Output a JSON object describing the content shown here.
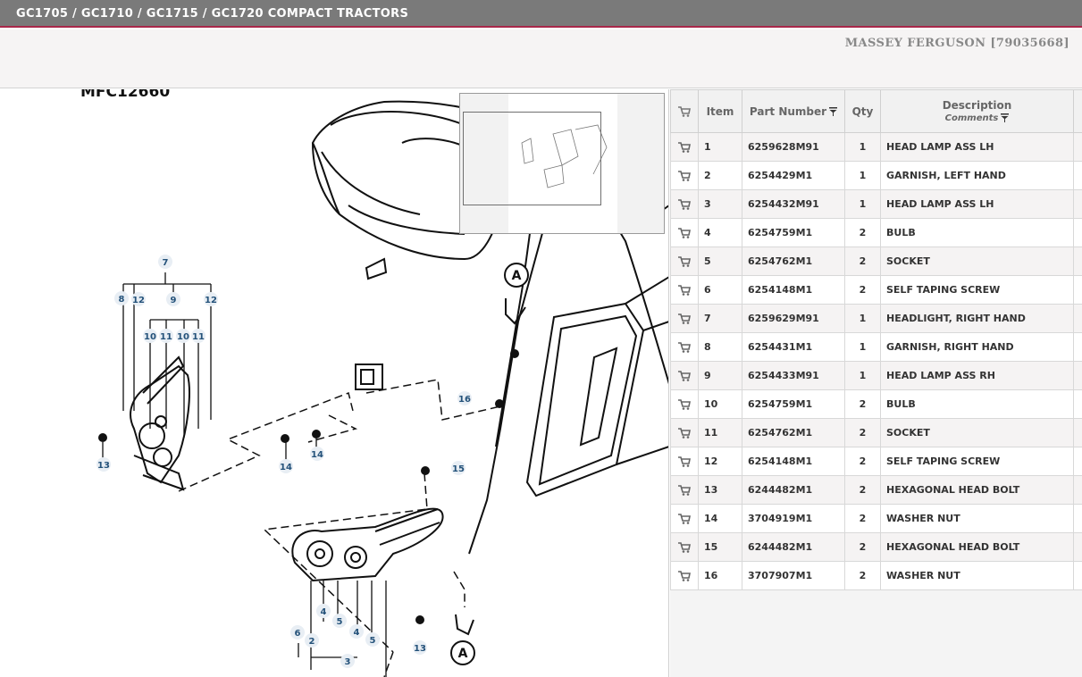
{
  "header": {
    "title": "GC1705 / GC1710 / GC1715 / GC1720 COMPACT TRACTORS",
    "brand": "MASSEY FERGUSON [79035668]"
  },
  "diagram": {
    "code": "MFC12660",
    "callouts": [
      "7",
      "8",
      "12",
      "9",
      "12",
      "10",
      "11",
      "10",
      "11",
      "13",
      "14",
      "14",
      "15",
      "16",
      "6",
      "2",
      "4",
      "5",
      "4",
      "5",
      "3",
      "13",
      "A",
      "A"
    ]
  },
  "table": {
    "columns": {
      "item": "Item",
      "part_number": "Part Number",
      "qty": "Qty",
      "description": "Description",
      "comments": "Comments"
    },
    "rows": [
      {
        "item": "1",
        "part": "6259628M91",
        "qty": "1",
        "desc": "HEAD LAMP ASS LH"
      },
      {
        "item": "2",
        "part": "6254429M1",
        "qty": "1",
        "desc": "GARNISH, LEFT HAND"
      },
      {
        "item": "3",
        "part": "6254432M91",
        "qty": "1",
        "desc": "HEAD LAMP ASS LH"
      },
      {
        "item": "4",
        "part": "6254759M1",
        "qty": "2",
        "desc": "BULB"
      },
      {
        "item": "5",
        "part": "6254762M1",
        "qty": "2",
        "desc": "SOCKET"
      },
      {
        "item": "6",
        "part": "6254148M1",
        "qty": "2",
        "desc": "SELF TAPING SCREW"
      },
      {
        "item": "7",
        "part": "6259629M91",
        "qty": "1",
        "desc": "HEADLIGHT, RIGHT HAND"
      },
      {
        "item": "8",
        "part": "6254431M1",
        "qty": "1",
        "desc": "GARNISH, RIGHT HAND"
      },
      {
        "item": "9",
        "part": "6254433M91",
        "qty": "1",
        "desc": "HEAD LAMP ASS RH"
      },
      {
        "item": "10",
        "part": "6254759M1",
        "qty": "2",
        "desc": "BULB"
      },
      {
        "item": "11",
        "part": "6254762M1",
        "qty": "2",
        "desc": "SOCKET"
      },
      {
        "item": "12",
        "part": "6254148M1",
        "qty": "2",
        "desc": "SELF TAPING SCREW"
      },
      {
        "item": "13",
        "part": "6244482M1",
        "qty": "2",
        "desc": "HEXAGONAL HEAD BOLT"
      },
      {
        "item": "14",
        "part": "3704919M1",
        "qty": "2",
        "desc": "WASHER NUT"
      },
      {
        "item": "15",
        "part": "6244482M1",
        "qty": "2",
        "desc": "HEXAGONAL HEAD BOLT"
      },
      {
        "item": "16",
        "part": "3707907M1",
        "qty": "2",
        "desc": "WASHER NUT"
      }
    ]
  },
  "colors": {
    "titlebar": "#7a7a7a",
    "accent": "#a8284a",
    "callout": "#24527a"
  },
  "icons": [
    "cart-icon",
    "filter-icon"
  ]
}
